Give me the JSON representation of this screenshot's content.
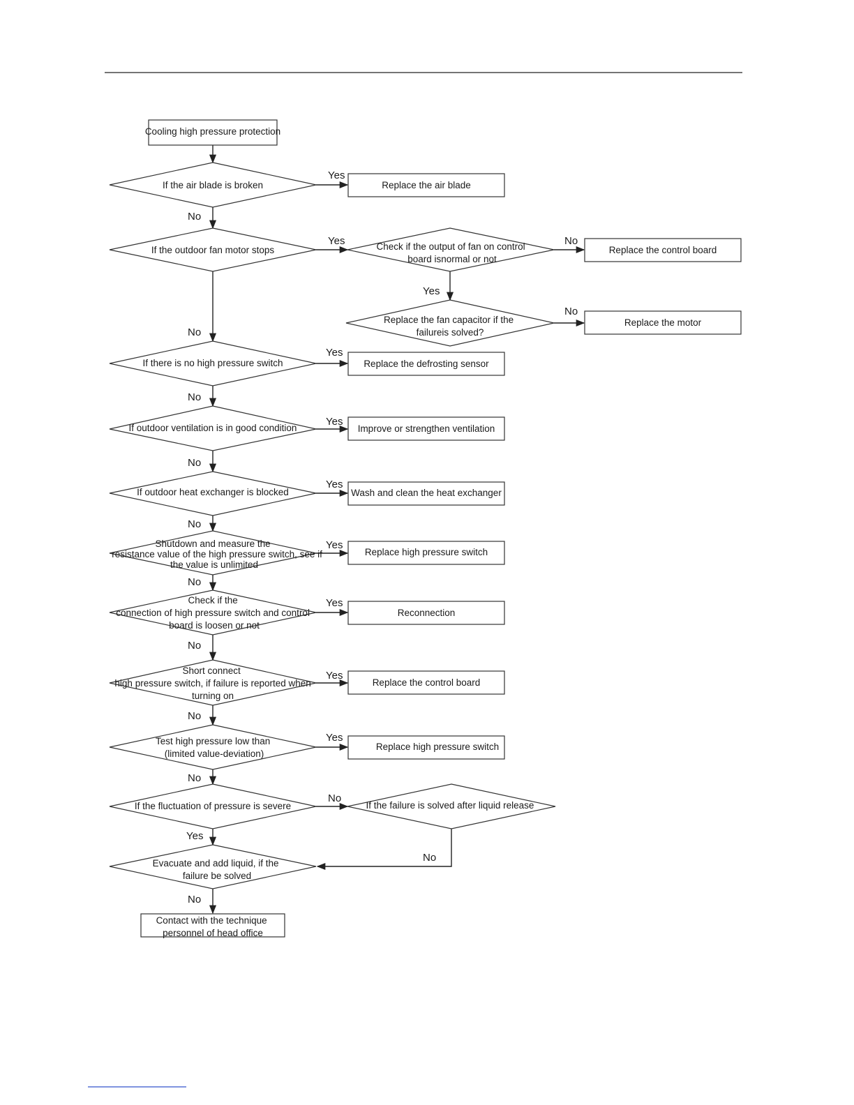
{
  "nodes": {
    "start": [
      "Cooling high pressure protection"
    ],
    "d_blade": [
      "If the air blade is broken"
    ],
    "r_blade": [
      "Replace the air blade"
    ],
    "d_fan": [
      "If the outdoor fan motor stops"
    ],
    "d_output": [
      "Check if the output of fan on control",
      "board isnormal or not"
    ],
    "r_board1": [
      "Replace the control board"
    ],
    "d_capacitor": [
      "Replace the fan capacitor if the",
      "failureis solved?"
    ],
    "r_motor": [
      "Replace the motor"
    ],
    "d_switch": [
      "If there is no high pressure switch"
    ],
    "r_sensor": [
      "Replace the defrosting sensor"
    ],
    "d_vent": [
      "If outdoor ventilation is in good condition"
    ],
    "r_vent": [
      "Improve or strengthen ventilation"
    ],
    "d_hx": [
      "If outdoor heat exchanger is blocked"
    ],
    "r_hx": [
      "Wash and clean the heat exchanger"
    ],
    "d_resist": [
      "Shutdown and measure the",
      "resistance value of the high pressure switch, see if",
      "the value is unlimited"
    ],
    "r_switch1": [
      "Replace high pressure switch"
    ],
    "d_conn": [
      "Check if the",
      "connection of high pressure switch and control",
      "board is loosen or not"
    ],
    "r_conn": [
      "Reconnection"
    ],
    "d_short": [
      "Short connect",
      "high pressure switch, if failure is reported when",
      "turning on"
    ],
    "r_board2": [
      "Replace the control board"
    ],
    "d_test": [
      "Test high pressure low than",
      "(limited value-deviation)"
    ],
    "r_switch2": [
      "Replace high pressure switch"
    ],
    "d_fluct": [
      "If the fluctuation of pressure is severe"
    ],
    "d_liquid": [
      "If the failure is solved after liquid release"
    ],
    "d_evac": [
      "Evacuate and add liquid, if the",
      "failure be solved"
    ],
    "end": [
      "Contact with the technique",
      "personnel of head office"
    ]
  },
  "edge_labels": {
    "blade_yes": "Yes",
    "blade_no": "No",
    "fan_yes": "Yes",
    "output_no": "No",
    "output_yes": "Yes",
    "capacitor_no": "No",
    "fan_no": "No",
    "switch_yes": "Yes",
    "switch_no": "No",
    "vent_yes": "Yes",
    "vent_no": "No",
    "hx_yes": "Yes",
    "hx_no": "No",
    "resist_yes": "Yes",
    "resist_no": "No",
    "conn_yes": "Yes",
    "conn_no": "No",
    "short_yes": "Yes",
    "short_no": "No",
    "test_yes": "Yes",
    "test_no": "No",
    "fluct_no": "No",
    "fluct_yes": "Yes",
    "liquid_no": "No",
    "evac_no": "No"
  }
}
